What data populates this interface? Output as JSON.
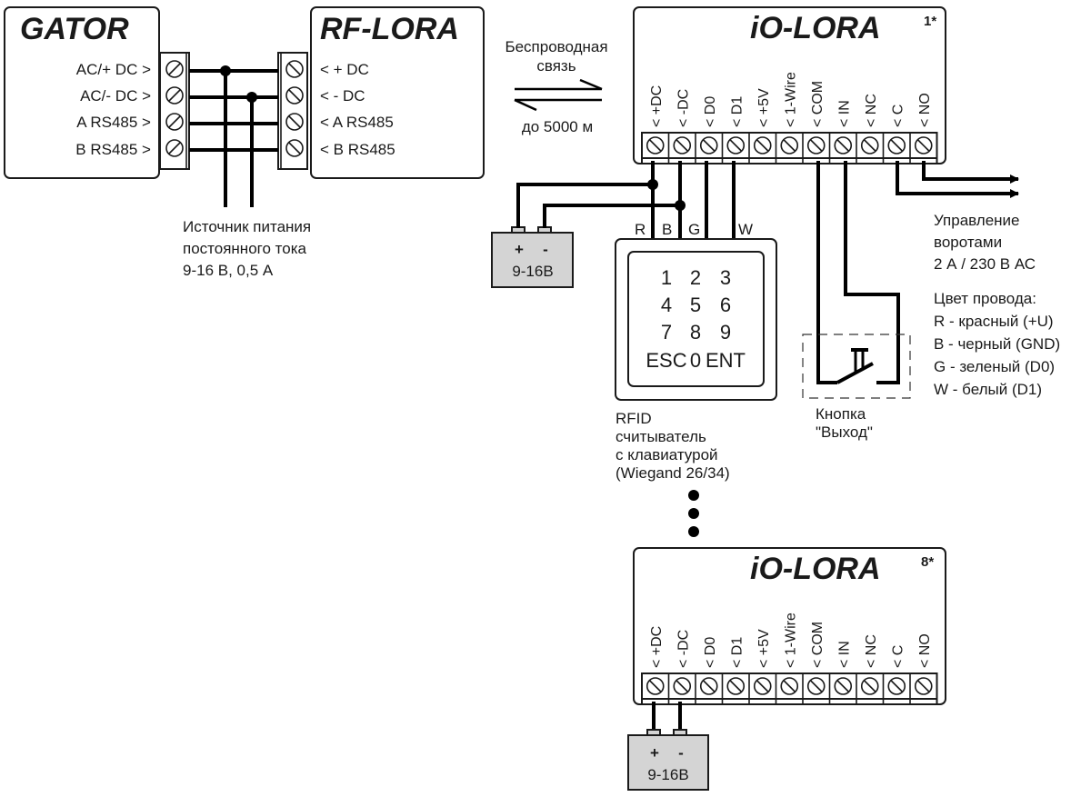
{
  "gator": {
    "title": "GATOR",
    "terminals": [
      "AC/+ DC >",
      "AC/- DC >",
      "A RS485 >",
      "B RS485 >"
    ]
  },
  "rf_lora": {
    "title": "RF-LORA",
    "terminals": [
      "< + DC",
      "< - DC",
      "< A RS485",
      "< B RS485"
    ]
  },
  "power_supply_note": {
    "lines": [
      "Источник питания",
      "постоянного тока",
      "9-16 В, 0,5 А"
    ]
  },
  "wireless": {
    "line1": "Беспроводная",
    "line2": "связь",
    "distance": "до 5000 м"
  },
  "io_lora_1": {
    "title": "iO-LORA",
    "index": "1*",
    "terminals": [
      "< +DC",
      "< -DC",
      "< D0",
      "< D1",
      "< +5V",
      "< 1-Wire",
      "< COM",
      "< IN",
      "< NC",
      "< C",
      "< NO"
    ]
  },
  "io_lora_8": {
    "title": "iO-LORA",
    "index": "8*",
    "terminals": [
      "< +DC",
      "< -DC",
      "< D0",
      "< D1",
      "< +5V",
      "< 1-Wire",
      "< COM",
      "< IN",
      "< NC",
      "< C",
      "< NO"
    ]
  },
  "psu_1": {
    "plus": "+",
    "minus": "-",
    "label": "9-16В"
  },
  "psu_8": {
    "plus": "+",
    "minus": "-",
    "label": "9-16В"
  },
  "reader": {
    "wire_labels": [
      "R",
      "B",
      "G",
      "W"
    ],
    "keys": [
      [
        "1",
        "2",
        "3"
      ],
      [
        "4",
        "5",
        "6"
      ],
      [
        "7",
        "8",
        "9"
      ],
      [
        "ESC",
        "0",
        "ENT"
      ]
    ],
    "caption": [
      "RFID",
      "считыватель",
      "с клавиатурой",
      "(Wiegand 26/34)"
    ]
  },
  "gate_control": {
    "lines": [
      "Управление",
      "воротами",
      "2 А / 230 В АС"
    ]
  },
  "wire_colors": {
    "title": "Цвет провода:",
    "items": [
      "R - красный (+U)",
      "B - черный (GND)",
      "G - зеленый (D0)",
      "W - белый (D1)"
    ]
  },
  "exit_button": {
    "lines": [
      "Кнопка",
      "\"Выход\""
    ]
  }
}
